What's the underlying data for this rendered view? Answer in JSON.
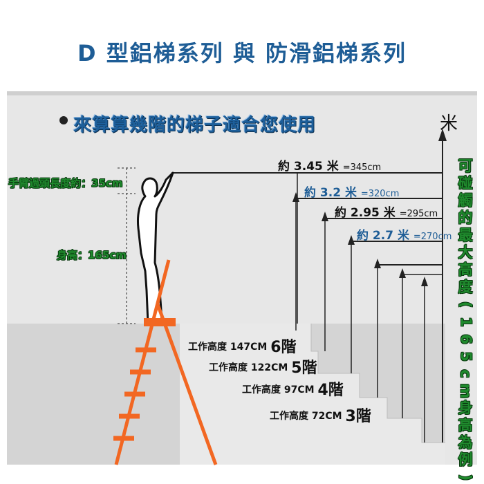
{
  "title": "D 型鋁梯系列  與  防滑鋁梯系列",
  "subtitle": "來算算幾階的梯子適合您使用",
  "labels": {
    "arm_length": "手臂過頭長度約：35cm",
    "body_height": "身高：165cm",
    "unit": "米"
  },
  "heights": [
    {
      "main": "約 3.45 米",
      "sub": "=345cm",
      "color": "#111111"
    },
    {
      "main": "約 3.2 米",
      "sub": "=320cm",
      "color": "#1e5d96"
    },
    {
      "main": "約 2.95 米",
      "sub": "=295cm",
      "color": "#111111"
    },
    {
      "main": "約 2.7 米",
      "sub": "=270cm",
      "color": "#1e5d96"
    }
  ],
  "work": [
    {
      "label": "工作高度 147CM",
      "steps": "6階",
      "color": "#111111"
    },
    {
      "label": "工作高度 122CM",
      "steps": "5階",
      "color": "#1e5d96"
    },
    {
      "label": "工作高度 97CM",
      "steps": "4階",
      "color": "#111111"
    },
    {
      "label": "工作高度 72CM",
      "steps": "3階",
      "color": "#1e5d96"
    }
  ],
  "vertical_caption": [
    "可",
    "碰",
    "觸",
    "的",
    "最",
    "大",
    "高",
    "度",
    "(",
    "1",
    "6",
    "5",
    "c",
    "m",
    "身",
    "高",
    "為",
    "例",
    ")"
  ],
  "colors": {
    "title": "#1e5d96",
    "ladder": "#f26722",
    "green": "#1f8a2d",
    "platform": "#d9d9d9",
    "wall": "#e7e7e7"
  }
}
